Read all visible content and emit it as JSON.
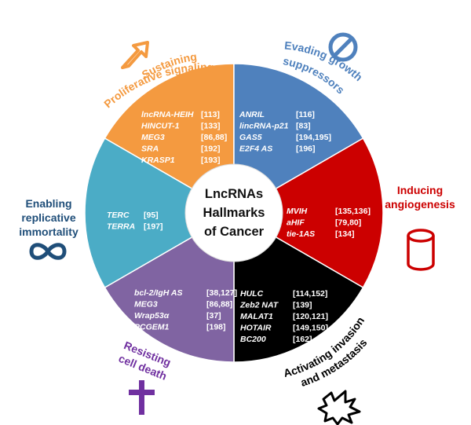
{
  "title": {
    "lines": [
      "LncRNAs",
      "Hallmarks",
      "of Cancer"
    ]
  },
  "hallmarks": [
    {
      "key": "proliferative",
      "label_lines": [
        "Sustaining",
        "Proliferative signaling"
      ],
      "color": "#f49a40",
      "icon": "bent-arrow-icon",
      "genes": [
        {
          "name": "lncRNA-HEIH",
          "refs": "[113]"
        },
        {
          "name": "HINCUT-1",
          "refs": "[133]"
        },
        {
          "name": "MEG3",
          "refs": "[86,88]"
        },
        {
          "name": "SRA",
          "refs": "[192]"
        },
        {
          "name": "KRASP1",
          "refs": "[193]"
        }
      ]
    },
    {
      "key": "growth-suppressors",
      "label_lines": [
        "Evading growth",
        "suppressors"
      ],
      "color": "#4f81bd",
      "icon": "prohibited-icon",
      "genes": [
        {
          "name": "ANRIL",
          "refs": "[116]"
        },
        {
          "name": "lincRNA-p21",
          "refs": "[83]"
        },
        {
          "name": "GAS5",
          "refs": "[194,195]"
        },
        {
          "name": "E2F4 AS",
          "refs": "[196]"
        }
      ]
    },
    {
      "key": "angiogenesis",
      "label_lines": [
        "Inducing",
        "angiogenesis"
      ],
      "color": "#cc0000",
      "icon": "blood-vessel-icon",
      "genes": [
        {
          "name": "MVIH",
          "refs": "[135,136]"
        },
        {
          "name": "aHIF",
          "refs": "[79,80]"
        },
        {
          "name": "tie-1AS",
          "refs": "[134]"
        }
      ]
    },
    {
      "key": "invasion",
      "label_lines": [
        "Activating invasion",
        "and metastasis"
      ],
      "color": "#000000",
      "icon": "explosion-icon",
      "genes": [
        {
          "name": "HULC",
          "refs": "[114,152]"
        },
        {
          "name": "Zeb2 NAT",
          "refs": "[139]"
        },
        {
          "name": "MALAT1",
          "refs": "[120,121]"
        },
        {
          "name": "HOTAIR",
          "refs": "[149,150]"
        },
        {
          "name": "BC200",
          "refs": "[162]"
        }
      ]
    },
    {
      "key": "cell-death",
      "label_lines": [
        "Resisting",
        "cell death"
      ],
      "color": "#8064a2",
      "icon": "cross-icon",
      "genes": [
        {
          "name": "bcl-2/IgH AS",
          "refs": "[38,127]"
        },
        {
          "name": "MEG3",
          "refs": "[86,88]"
        },
        {
          "name": "Wrap53α",
          "refs": "[37]"
        },
        {
          "name": "PCGEM1",
          "refs": "[198]"
        }
      ]
    },
    {
      "key": "immortality",
      "label_lines": [
        "Enabling",
        "replicative",
        "immortality"
      ],
      "color": "#4bacc6",
      "icon": "infinity-icon",
      "genes": [
        {
          "name": "TERC",
          "refs": "[95]"
        },
        {
          "name": "TERRA",
          "refs": "[197]"
        }
      ]
    }
  ]
}
